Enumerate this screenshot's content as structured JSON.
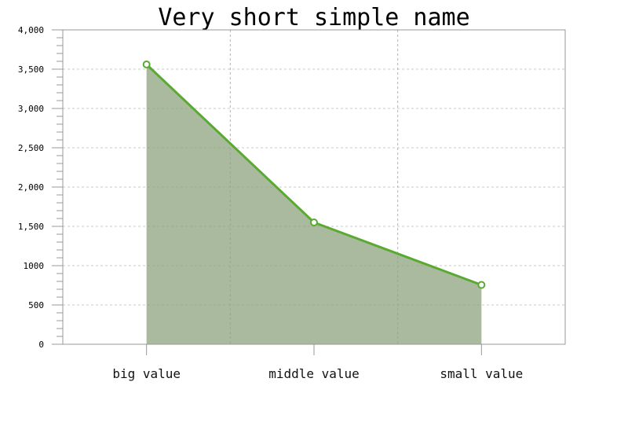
{
  "chart_data": {
    "type": "area",
    "title": "Very short simple name",
    "xlabel": "",
    "ylabel": "",
    "categories": [
      "big value",
      "middle value",
      "small value"
    ],
    "series": [
      {
        "values": [
          3560,
          1550,
          755
        ]
      }
    ],
    "ylim": [
      0,
      4000
    ],
    "yticks": [
      0,
      500,
      1000,
      1500,
      2000,
      2500,
      3000,
      3500,
      4000
    ],
    "ytick_labels": [
      "0",
      "500",
      "1000",
      "1,500",
      "2,000",
      "2,500",
      "3,000",
      "3,500",
      "4,000"
    ],
    "grid": true,
    "colors": {
      "line": "#5aaa32",
      "fill": "#8da37e",
      "marker_fill": "#ffffff"
    }
  }
}
